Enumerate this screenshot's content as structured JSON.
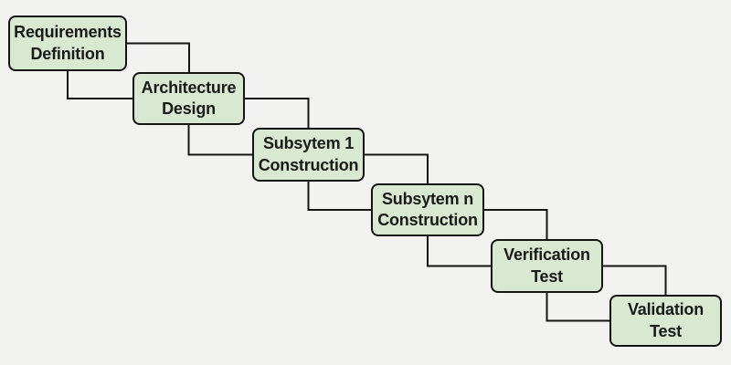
{
  "diagram": {
    "type": "waterfall-process-flow",
    "nodes": [
      {
        "label": "Requirements Definition",
        "lines": [
          "Requirements",
          "Definition"
        ]
      },
      {
        "label": "Architecture Design",
        "lines": [
          "Architecture",
          "Design"
        ]
      },
      {
        "label": "Subsytem 1 Construction",
        "lines": [
          "Subsytem 1",
          "Construction"
        ]
      },
      {
        "label": "Subsytem n Construction",
        "lines": [
          "Subsytem n",
          "Construction"
        ]
      },
      {
        "label": "Verification Test",
        "lines": [
          "Verification",
          "Test"
        ]
      },
      {
        "label": "Validation Test",
        "lines": [
          "Validation",
          "Test"
        ]
      }
    ],
    "edges": [
      {
        "from": "Requirements Definition",
        "to": "Architecture Design"
      },
      {
        "from": "Architecture Design",
        "to": "Subsytem 1 Construction"
      },
      {
        "from": "Subsytem 1 Construction",
        "to": "Subsytem n Construction"
      },
      {
        "from": "Subsytem n Construction",
        "to": "Verification Test"
      },
      {
        "from": "Verification Test",
        "to": "Validation Test"
      }
    ],
    "colors": {
      "background": "#f2f3f1",
      "node_fill": "#d9e8d1",
      "node_border": "#141414",
      "connector": "#141414",
      "text": "#1a1a1a"
    }
  }
}
